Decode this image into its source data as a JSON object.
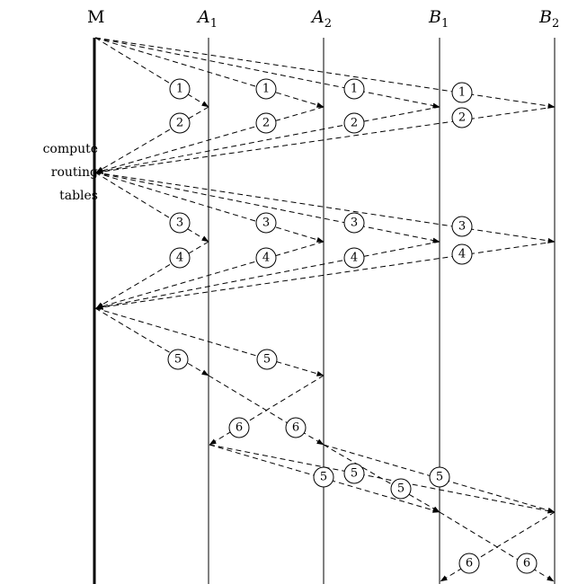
{
  "lifelines": [
    {
      "id": "M",
      "name": "M",
      "sub": ""
    },
    {
      "id": "A1",
      "name": "A",
      "sub": "1"
    },
    {
      "id": "A2",
      "name": "A",
      "sub": "2"
    },
    {
      "id": "B1",
      "name": "B",
      "sub": "1"
    },
    {
      "id": "B2",
      "name": "B",
      "sub": "2"
    }
  ],
  "side_note": {
    "line1": "compute",
    "line2": "routing",
    "line3": "tables"
  }
}
